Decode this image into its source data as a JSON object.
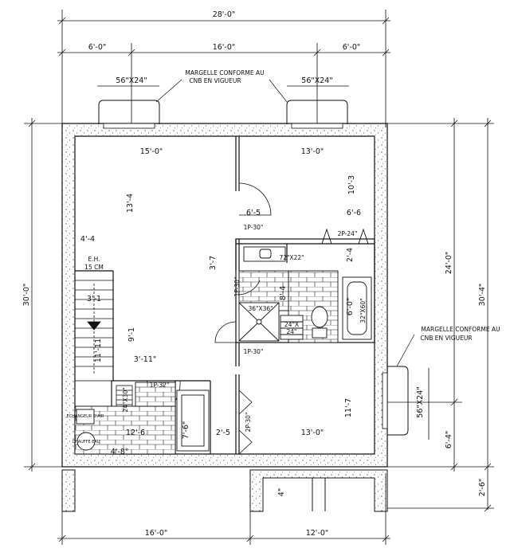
{
  "dimensions": {
    "overall_width": "28'-0\"",
    "top_left": "6'-0\"",
    "top_middle": "16'-0\"",
    "top_right": "6'-0\"",
    "left_height": "30'-0\"",
    "right_upper": "24'-0\"",
    "right_total": "30'-4\"",
    "right_lower": "6'-4\"",
    "right_bottom": "2'-6\"",
    "bottom_left": "16'-0\"",
    "bottom_right": "12'-0\"",
    "room_left_width": "15'-0\"",
    "room_right_width": "13'-0\"",
    "room_left_height": "13'-4",
    "room_right_height": "10'-3",
    "stair_offset": "4'-4",
    "stair_width": "3'-1",
    "stair_run": "9'-1",
    "stair_total": "11'-11",
    "corridor_a": "6'-5",
    "corridor_b": "6'-6",
    "closet_depth": "3'-7",
    "bath_depth": "8'-4",
    "bath_right": "2'-4",
    "tub_length": "6'-0\"",
    "landing": "3'-11\"",
    "lower_left_width": "12'-6",
    "lower_left_depth": "7'-6\"",
    "lower_hall": "2'-5",
    "lower_right_width": "13'-0\"",
    "lower_right_height": "11'-7",
    "lower_left_height": "4'-8\"",
    "step_depth": "4\""
  },
  "windows": {
    "top_left": "56\"X24\"",
    "top_right": "56\"X24\"",
    "right": "56\"X24\""
  },
  "notes": {
    "margelle_top_l1": "MARGELLE CONFORME AU",
    "margelle_top_l2": "CNB EN VIGUEUR",
    "margelle_right_l1": "MARGELLE CONFORME AU",
    "margelle_right_l2": "CNB EN VIGUEUR"
  },
  "labels": {
    "door_1": "1P-30\"",
    "door_2": "2P-24\"",
    "door_3": "1P-30\"",
    "door_4": "1P-30\"",
    "door_5": "1P-32\"",
    "door_6": "2P-30\"",
    "vanity": "72\"X22\"",
    "shower": "36\"X36\"",
    "tub": "32\"X60\"",
    "linen_a": "24\"X",
    "linen_b": "24\"",
    "storage": "24\"X30\"",
    "eh_l1": "E.H.",
    "eh_l2": "15 CM",
    "heater": "CHAUFFE EAU",
    "panel": "ECHANGEUR D'AIR"
  }
}
